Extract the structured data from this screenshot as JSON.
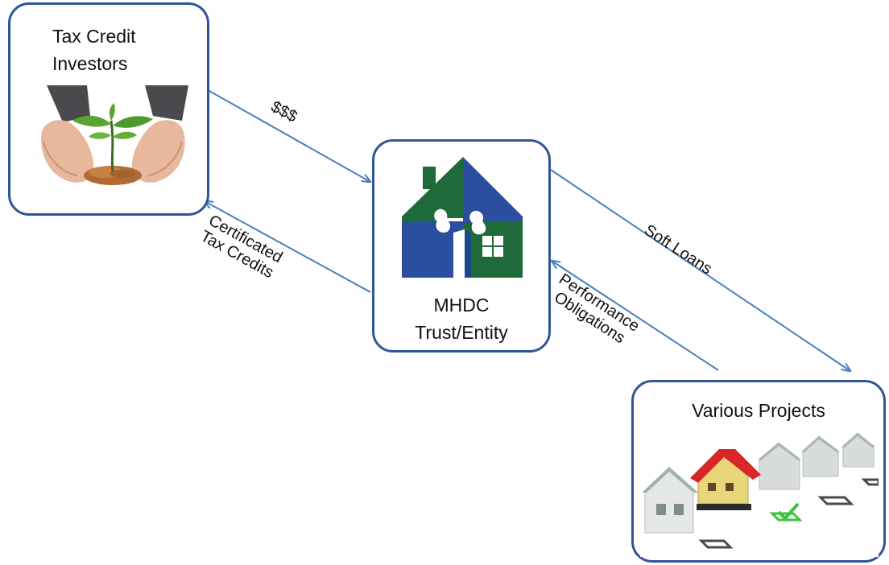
{
  "nodes": {
    "investors": {
      "title_line1": "Tax Credit",
      "title_line2": "Investors",
      "image_icon": "hands-holding-plant-with-coins-icon"
    },
    "mhdc": {
      "title_line1": "MHDC",
      "title_line2": "Trust/Entity",
      "logo_icon": "puzzle-house-logo-icon"
    },
    "projects": {
      "title": "Various Projects",
      "image_icon": "houses-with-checkboxes-icon"
    }
  },
  "edges": {
    "investors_to_mhdc": "$$$",
    "mhdc_to_investors_line1": "Certificated",
    "mhdc_to_investors_line2": "Tax Credits",
    "mhdc_to_projects": "Soft Loans",
    "projects_to_mhdc_line1": "Performance",
    "projects_to_mhdc_line2": "Obligations"
  },
  "colors": {
    "box_border": "#2f5597",
    "arrow": "#4a7ebb",
    "logo_blue": "#2a4f9e",
    "logo_green": "#1f6a3a",
    "roof_red": "#d92626",
    "house_yellow": "#e8d77a",
    "check_green": "#3cc43c"
  }
}
